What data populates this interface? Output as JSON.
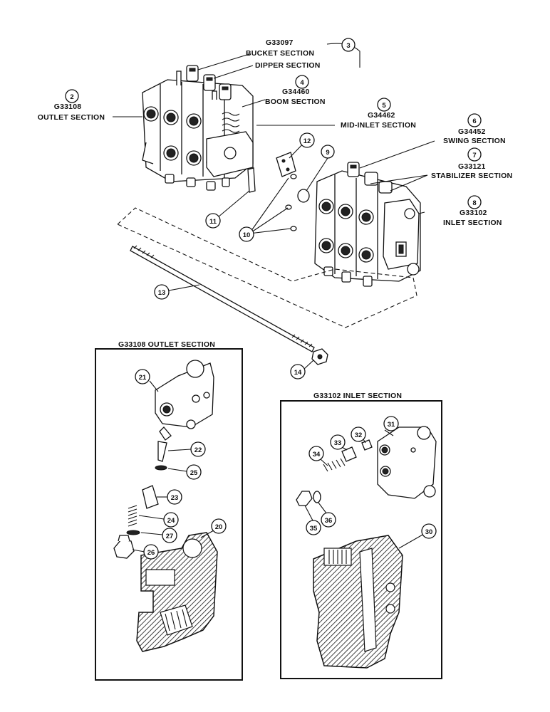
{
  "labels": {
    "bucket_code": "G33097",
    "bucket_name": "BUCKET SECTION",
    "dipper_name": "DIPPER SECTION",
    "boom_code": "G34460",
    "boom_name": "BOOM SECTION",
    "outlet_code": "G33108",
    "outlet_name": "OUTLET SECTION",
    "midinlet_code": "G34462",
    "midinlet_name": "MID-INLET SECTION",
    "swing_code": "G34452",
    "swing_name": "SWING SECTION",
    "stabilizer_code": "G33121",
    "stabilizer_name": "STABILIZER SECTION",
    "inlet_code": "G33102",
    "inlet_name": "INLET SECTION"
  },
  "callouts": {
    "c2": "2",
    "c3": "3",
    "c4": "4",
    "c5": "5",
    "c6": "6",
    "c7": "7",
    "c8": "8",
    "c9": "9",
    "c10": "10",
    "c11": "11",
    "c12": "12",
    "c13": "13",
    "c14": "14",
    "c20": "20",
    "c21": "21",
    "c22": "22",
    "c23": "23",
    "c24": "24",
    "c25": "25",
    "c26": "26",
    "c27": "27",
    "c30": "30",
    "c31": "31",
    "c32": "32",
    "c33": "33",
    "c34": "34",
    "c35": "35",
    "c36": "36"
  },
  "panels": {
    "outlet_title": "G33108 OUTLET SECTION",
    "inlet_title": "G33102 INLET SECTION"
  }
}
